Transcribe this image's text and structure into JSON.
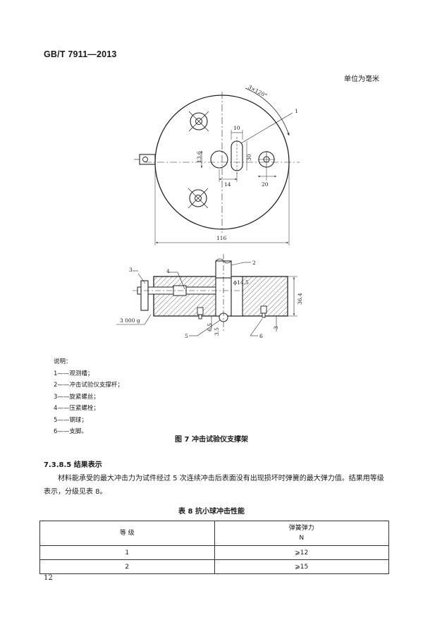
{
  "header": {
    "standard_code": "GB/T 7911—2013"
  },
  "unit_note": "单位为毫米",
  "figure": {
    "top_view": {
      "callout_1": "1",
      "dim_angle": "3×120°",
      "dim_10": "10",
      "dim_13_6": "13.6",
      "dim_30": "30",
      "dim_14": "14",
      "dim_20": "20",
      "dim_116": "116"
    },
    "side_view": {
      "callout_2": "2",
      "callout_3": "3",
      "callout_4": "4",
      "callout_5": "5",
      "callout_6": "6",
      "dim_phi": "ϕ14.5",
      "dim_36_4": "36.4",
      "dim_6_5": "6.5",
      "dim_3_5": "3.5",
      "dim_3": "3",
      "mass_label": "3 000 g"
    },
    "legend_title": "说明：",
    "legend_items": [
      "1——观测槽；",
      "2——冲击试验仪支撑杆；",
      "3——旋紧螺丝；",
      "4——压紧螺栓；",
      "5——钢球；",
      "6——支脚。"
    ],
    "caption": "图 7   冲击试验仪支撑架"
  },
  "section": {
    "heading": "7.3.8.5   结果表示",
    "paragraph": "材料能承受的最大冲击力为试件经过 5 次连续冲击后表面没有出现损坏时弹簧的最大弹力值。结果用等级表示，分级见表 8。"
  },
  "table": {
    "caption": "表 8   抗小球冲击性能",
    "col_grade": "等 级",
    "col_force": "弹簧弹力",
    "col_force_unit": "N",
    "rows": [
      {
        "grade": "1",
        "force": "⩾12"
      },
      {
        "grade": "2",
        "force": "⩾15"
      }
    ]
  },
  "page_number": "12"
}
